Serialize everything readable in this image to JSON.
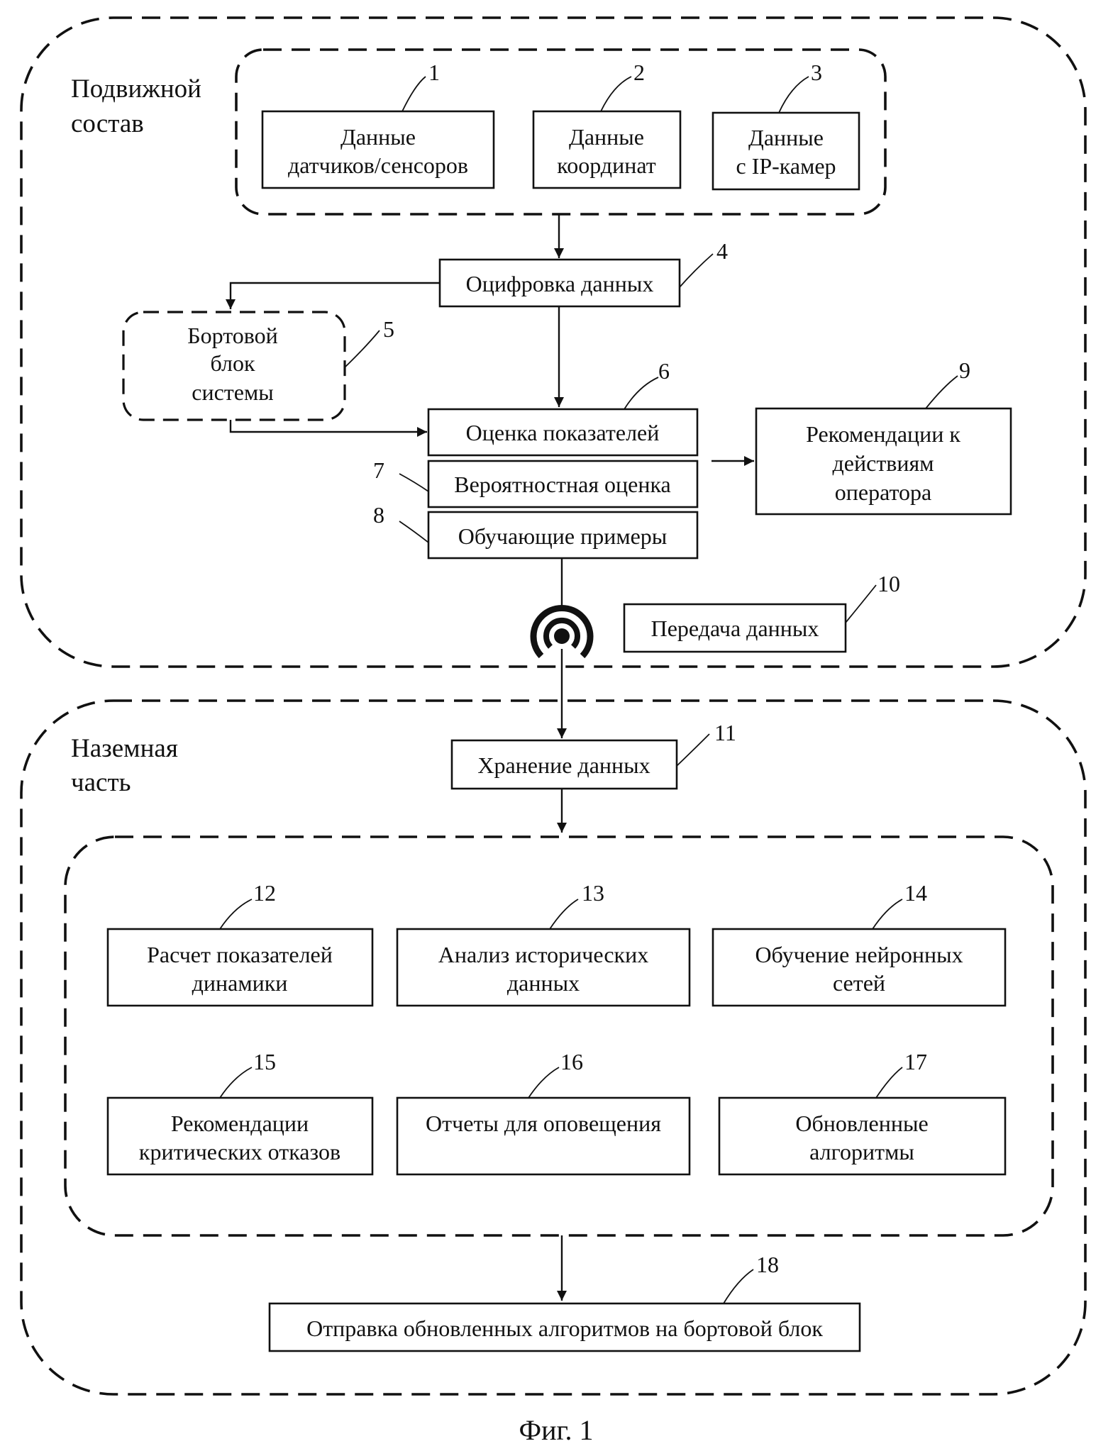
{
  "sections": {
    "rolling_stock": [
      "Подвижной",
      "состав"
    ],
    "ground": [
      "Наземная",
      "часть"
    ]
  },
  "blocks": {
    "b1": {
      "number": "1",
      "lines": [
        "Данные",
        "датчиков/сенсоров"
      ]
    },
    "b2": {
      "number": "2",
      "lines": [
        "Данные",
        "координат"
      ]
    },
    "b3": {
      "number": "3",
      "lines": [
        "Данные",
        "с IP-камер"
      ]
    },
    "b4": {
      "number": "4",
      "lines": [
        "Оцифровка данных"
      ]
    },
    "b5": {
      "number": "5",
      "lines": [
        "Бортовой",
        "блок",
        "системы"
      ]
    },
    "b6": {
      "number": "6",
      "lines": [
        "Оценка показателей"
      ]
    },
    "b7": {
      "number": "7",
      "lines": [
        "Вероятностная оценка"
      ]
    },
    "b8": {
      "number": "8",
      "lines": [
        "Обучающие примеры"
      ]
    },
    "b9": {
      "number": "9",
      "lines": [
        "Рекомендации к",
        "действиям",
        "оператора"
      ]
    },
    "b10": {
      "number": "10",
      "lines": [
        "Передача данных"
      ]
    },
    "b11": {
      "number": "11",
      "lines": [
        "Хранение данных"
      ]
    },
    "b12": {
      "number": "12",
      "lines": [
        "Расчет показателей",
        "динамики"
      ]
    },
    "b13": {
      "number": "13",
      "lines": [
        "Анализ исторических",
        "данных"
      ]
    },
    "b14": {
      "number": "14",
      "lines": [
        "Обучение нейронных",
        "сетей"
      ]
    },
    "b15": {
      "number": "15",
      "lines": [
        "Рекомендации",
        "критических отказов"
      ]
    },
    "b16": {
      "number": "16",
      "lines": [
        "Отчеты для оповещения"
      ]
    },
    "b17": {
      "number": "17",
      "lines": [
        "Обновленные",
        "алгоритмы"
      ]
    },
    "b18": {
      "number": "18",
      "lines": [
        "Отправка обновленных алгоритмов на бортовой блок"
      ]
    }
  },
  "caption": "Фиг. 1",
  "icons": {
    "transmission": "wireless-signal-icon"
  }
}
